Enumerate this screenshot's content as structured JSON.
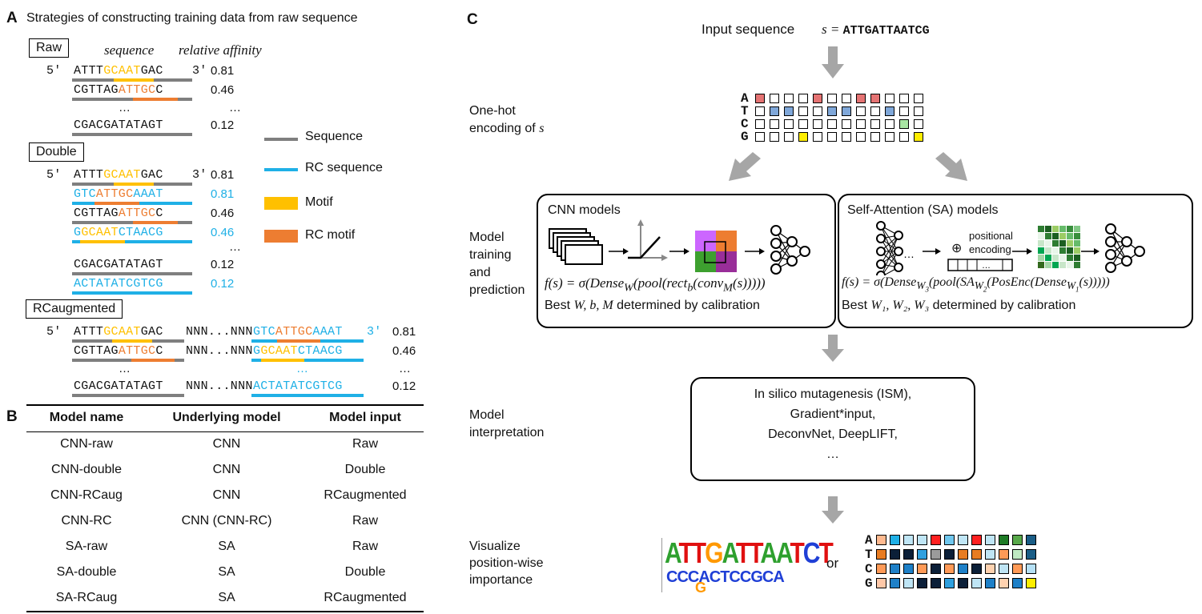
{
  "panelA": {
    "letter": "A",
    "title": "Strategies of constructing training data from raw sequence",
    "header_sequence": "sequence",
    "header_affinity": "relative affinity",
    "five": "5′",
    "three": "3′",
    "raw_label": "Raw",
    "double_label": "Double",
    "rcaug_label": "RCaugmented",
    "dots": "…",
    "raw": {
      "s1": {
        "a": "ATTT",
        "b": "GCAAT",
        "c": "GAC",
        "aff": "0.81"
      },
      "s2": {
        "a": "CGTTAG",
        "b": "ATTGC",
        "c": "C",
        "aff": "0.46"
      },
      "s3": {
        "a": "CGACGATATAGT",
        "aff": "0.12"
      }
    },
    "double": {
      "rc1": {
        "a": "GTC",
        "b": "ATTGC",
        "c": "AAAT",
        "aff": "0.81"
      },
      "rc2": {
        "a": "G",
        "b": "GCAAT",
        "c": "CTAACG",
        "aff": "0.46"
      },
      "rc3": {
        "a": "ACTATATCGTCG",
        "aff": "0.12"
      }
    },
    "spacer": "NNN...NNN",
    "legend": {
      "sequence": "Sequence",
      "rc_sequence": "RC sequence",
      "motif": "Motif",
      "rc_motif": "RC motif"
    }
  },
  "panelB": {
    "letter": "B",
    "headers": [
      "Model name",
      "Underlying model",
      "Model input"
    ],
    "rows": [
      [
        "CNN-raw",
        "CNN",
        "Raw"
      ],
      [
        "CNN-double",
        "CNN",
        "Double"
      ],
      [
        "CNN-RCaug",
        "CNN",
        "RCaugmented"
      ],
      [
        "CNN-RC",
        "CNN (CNN-RC)",
        "Raw"
      ],
      [
        "SA-raw",
        "SA",
        "Raw"
      ],
      [
        "SA-double",
        "SA",
        "Double"
      ],
      [
        "SA-RCaug",
        "SA",
        "RCaugmented"
      ]
    ]
  },
  "panelC": {
    "letter": "C",
    "input_label": "Input sequence",
    "s_eq": "s = ",
    "input_seq": "ATTGATTAATCG",
    "onehot_label_1": "One-hot",
    "onehot_label_2": "encoding of ",
    "onehot_s": "s",
    "bases": [
      "A",
      "T",
      "C",
      "G"
    ],
    "onehot_colors": {
      "A": "#e57373",
      "T": "#7fa7d9",
      "C": "#a8e6a3",
      "G": "#ffee00"
    },
    "training_label": [
      "Model",
      "training",
      "and",
      "prediction"
    ],
    "cnn_title": "CNN models",
    "cnn_formula": "f(s) = σ(Dense_W(pool(rect_b(conv_M(s)))))",
    "cnn_formula_parts": {
      "a": "f(s) = σ(Dense",
      "w": "W",
      "b": "(pool(rect",
      "bb": "b",
      "c": "(conv",
      "m": "M",
      "d": "(s)))))"
    },
    "cnn_calib": "Best W, b, M determined by calibration",
    "cnn_calib_parts": {
      "best": "Best ",
      "vars": "W, b, M",
      "rest": " determined by calibration"
    },
    "sa_title": "Self-Attention (SA) models",
    "sa_pos_enc_1": "positional",
    "sa_pos_enc_2": "encoding",
    "sa_plus": "⊕",
    "sa_formula_parts": {
      "a": "f(s) = σ(Dense",
      "w3": "W",
      "w3s": "3",
      "b": "(pool(SA",
      "w2": "W",
      "w2s": "2",
      "c": "(PosEnc(Dense",
      "w1": "W",
      "w1s": "1",
      "d": "(s)))))"
    },
    "sa_calib_parts": {
      "best": "Best ",
      "vars": "W₁, W₂, W₃",
      "rest": " determined by calibration"
    },
    "interp_label": [
      "Model",
      "interpretation"
    ],
    "interp_methods": [
      "In silico mutagenesis (ISM),",
      "Gradient*input,",
      "DeconvNet, DeepLIFT,",
      "…"
    ],
    "visualize_label": [
      "Visualize",
      "position-wise",
      "importance"
    ],
    "or": "or",
    "logo_top": "ATTGATTAATCT",
    "logo_mid": "CCCACTCCGCA",
    "logo_bot": "G",
    "heat_bases": [
      "A",
      "T",
      "C",
      "G"
    ],
    "heat_colors": [
      [
        "#ffb98f",
        "#1fb0e6",
        "#bfe5f5",
        "#bfe5f5",
        "#ff2020",
        "#6fc7ee",
        "#bfe5f5",
        "#ff2020",
        "#bfe5f5",
        "#1e7b26",
        "#58a84a",
        "#1a5d86"
      ],
      [
        "#e87c22",
        "#0b1f38",
        "#0b1f38",
        "#2fa0df",
        "#9b9b9b",
        "#0b1f38",
        "#e87c22",
        "#e87c22",
        "#bfe5f5",
        "#ff9a57",
        "#bfe9c2",
        "#1a5d86"
      ],
      [
        "#ff9a57",
        "#1e80c8",
        "#1e80c8",
        "#ff9a57",
        "#0b1f38",
        "#ff9a57",
        "#1e80c8",
        "#0b1f38",
        "#ffd2b0",
        "#bfe5f5",
        "#ff9a57",
        "#b5e0f5"
      ],
      [
        "#ffc8a8",
        "#1e80c8",
        "#bfe5f5",
        "#0b1f38",
        "#0b1f38",
        "#2fa0df",
        "#0b1f38",
        "#bfe5f5",
        "#1e80c8",
        "#ffd2b0",
        "#1e80c8",
        "#ffee00"
      ]
    ]
  }
}
